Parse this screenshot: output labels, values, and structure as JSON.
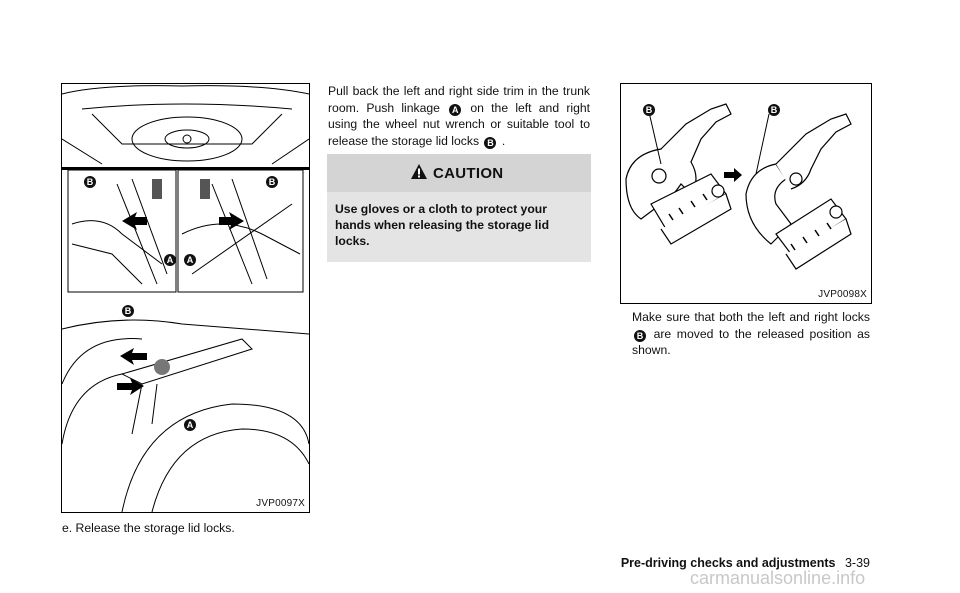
{
  "figure1": {
    "code": "JVP0097X",
    "labels": {
      "a": "A",
      "b": "B"
    }
  },
  "figure2": {
    "code": "JVP0098X",
    "labels": {
      "b": "B"
    }
  },
  "caption_left": "e. Release the storage lid locks.",
  "paragraph1": {
    "part1": "Pull back the left and right side trim in the trunk room. Push linkage",
    "badge_a": "A",
    "part2": "on the left and right using the wheel nut wrench or suitable tool to release the storage lid locks",
    "badge_b": "B",
    "part3": "."
  },
  "caution": {
    "title": "CAUTION",
    "body": "Use gloves or a cloth to protect your hands when releasing the storage lid locks."
  },
  "paragraph2": {
    "part1": "Make sure that both the left and right locks",
    "badge_b": "B",
    "part2": "are moved to the released position as shown."
  },
  "footer": {
    "section": "Pre-driving checks and adjustments",
    "page": "3-39"
  },
  "watermark": "carmanualsonline.info"
}
